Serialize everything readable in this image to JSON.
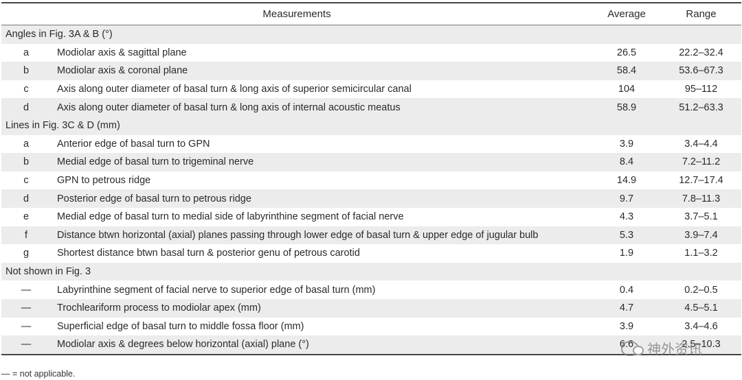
{
  "header": {
    "measurements": "Measurements",
    "average": "Average",
    "range": "Range"
  },
  "sections": [
    {
      "title": "Angles in Fig. 3A & B (°)",
      "rows": [
        {
          "id": "a",
          "measurement": "Modiolar axis & sagittal plane",
          "average": "26.5",
          "range": "22.2–32.4"
        },
        {
          "id": "b",
          "measurement": "Modiolar axis & coronal plane",
          "average": "58.4",
          "range": "53.6–67.3"
        },
        {
          "id": "c",
          "measurement": "Axis along outer diameter of basal turn & long axis of superior semicircular canal",
          "average": "104",
          "range": "95–112"
        },
        {
          "id": "d",
          "measurement": "Axis along outer diameter of basal turn & long axis of internal acoustic meatus",
          "average": "58.9",
          "range": "51.2–63.3"
        }
      ]
    },
    {
      "title": "Lines in Fig. 3C & D (mm)",
      "rows": [
        {
          "id": "a",
          "measurement": "Anterior edge of basal turn to GPN",
          "average": "3.9",
          "range": "3.4–4.4"
        },
        {
          "id": "b",
          "measurement": "Medial edge of basal turn to trigeminal nerve",
          "average": "8.4",
          "range": "7.2–11.2"
        },
        {
          "id": "c",
          "measurement": "GPN to petrous ridge",
          "average": "14.9",
          "range": "12.7–17.4"
        },
        {
          "id": "d",
          "measurement": "Posterior edge of basal turn to petrous ridge",
          "average": "9.7",
          "range": "7.8–11.3"
        },
        {
          "id": "e",
          "measurement": "Medial edge of basal turn to medial side of labyrinthine segment of facial nerve",
          "average": "4.3",
          "range": "3.7–5.1"
        },
        {
          "id": "f",
          "measurement": "Distance btwn horizontal (axial) planes passing through lower edge of basal turn & upper edge of jugular bulb",
          "average": "5.3",
          "range": "3.9–7.4"
        },
        {
          "id": "g",
          "measurement": "Shortest distance btwn basal turn & posterior genu of petrous carotid",
          "average": "1.9",
          "range": "1.1–3.2"
        }
      ]
    },
    {
      "title": "Not shown in Fig. 3",
      "rows": [
        {
          "id": "—",
          "measurement": "Labyrinthine segment of facial nerve to superior edge of basal turn (mm)",
          "average": "0.4",
          "range": "0.2–0.5"
        },
        {
          "id": "—",
          "measurement": "Trochleariform process to modiolar apex (mm)",
          "average": "4.7",
          "range": "4.5–5.1"
        },
        {
          "id": "—",
          "measurement": "Superficial edge of basal turn to middle fossa floor (mm)",
          "average": "3.9",
          "range": "3.4–4.6"
        },
        {
          "id": "—",
          "measurement": "Modiolar axis & degrees below horizontal (axial) plane (°)",
          "average": "6.6",
          "range": "2.5–10.3"
        }
      ]
    }
  ],
  "footnote": "— = not applicable.",
  "watermark": "神外资讯"
}
